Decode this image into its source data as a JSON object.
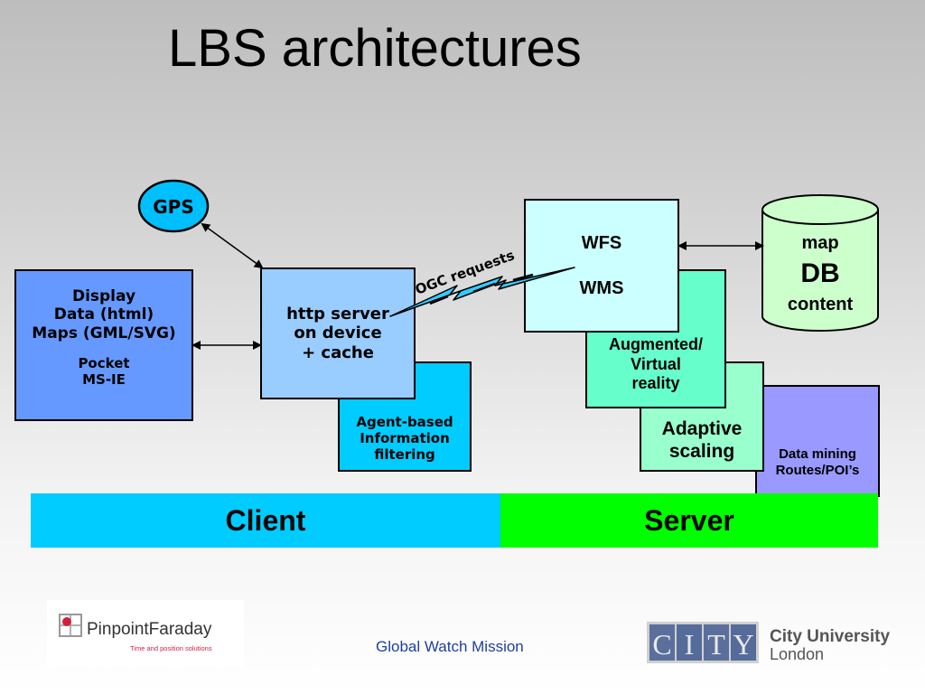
{
  "title": "LBS architectures",
  "gps": {
    "label": "GPS"
  },
  "display_box": {
    "lines": [
      "Display",
      "Data (html)",
      "Maps (GML/SVG)"
    ],
    "device_lines": [
      "Pocket",
      "MS-IE"
    ]
  },
  "http_server": {
    "lines": [
      "http server",
      "on device",
      "+ cache"
    ]
  },
  "agent_box": {
    "lines": [
      "Agent-based",
      "Information",
      "filtering"
    ]
  },
  "ogc_label": "OGC requests",
  "wfs_wms": {
    "line1": "WFS",
    "line2": "WMS"
  },
  "augmented": {
    "lines": [
      "Augmented/",
      "Virtual",
      "reality"
    ]
  },
  "adaptive": {
    "lines": [
      "Adaptive",
      "scaling"
    ]
  },
  "data_mining": {
    "lines": [
      "Data mining",
      "Routes/POI’s"
    ]
  },
  "database": {
    "line1": "map",
    "line2": "DB",
    "line3": "content"
  },
  "layers": {
    "client": "Client",
    "server": "Server"
  },
  "footer": {
    "center_text": "Global Watch Mission"
  },
  "logos": {
    "pinpoint_name": "PinpointFaraday",
    "pinpoint_tagline": "Time and position solutions",
    "city_letters": [
      "C",
      "I",
      "T",
      "Y"
    ],
    "city_name_line1": "City University",
    "city_name_line2": "London"
  },
  "colors": {
    "gps_fill": "#00bfff",
    "display_fill": "#6699ff",
    "http_fill": "#99ccff",
    "agent_fill": "#00ccff",
    "wfs_fill": "#ccffff",
    "augmented_fill": "#66ffcc",
    "adaptive_fill": "#99ffcc",
    "data_mining_fill": "#9999ff",
    "db_fill": "#ccffcc",
    "client_bar": "#00ccff",
    "server_bar": "#00ff00",
    "lightning": "#33ccff"
  }
}
